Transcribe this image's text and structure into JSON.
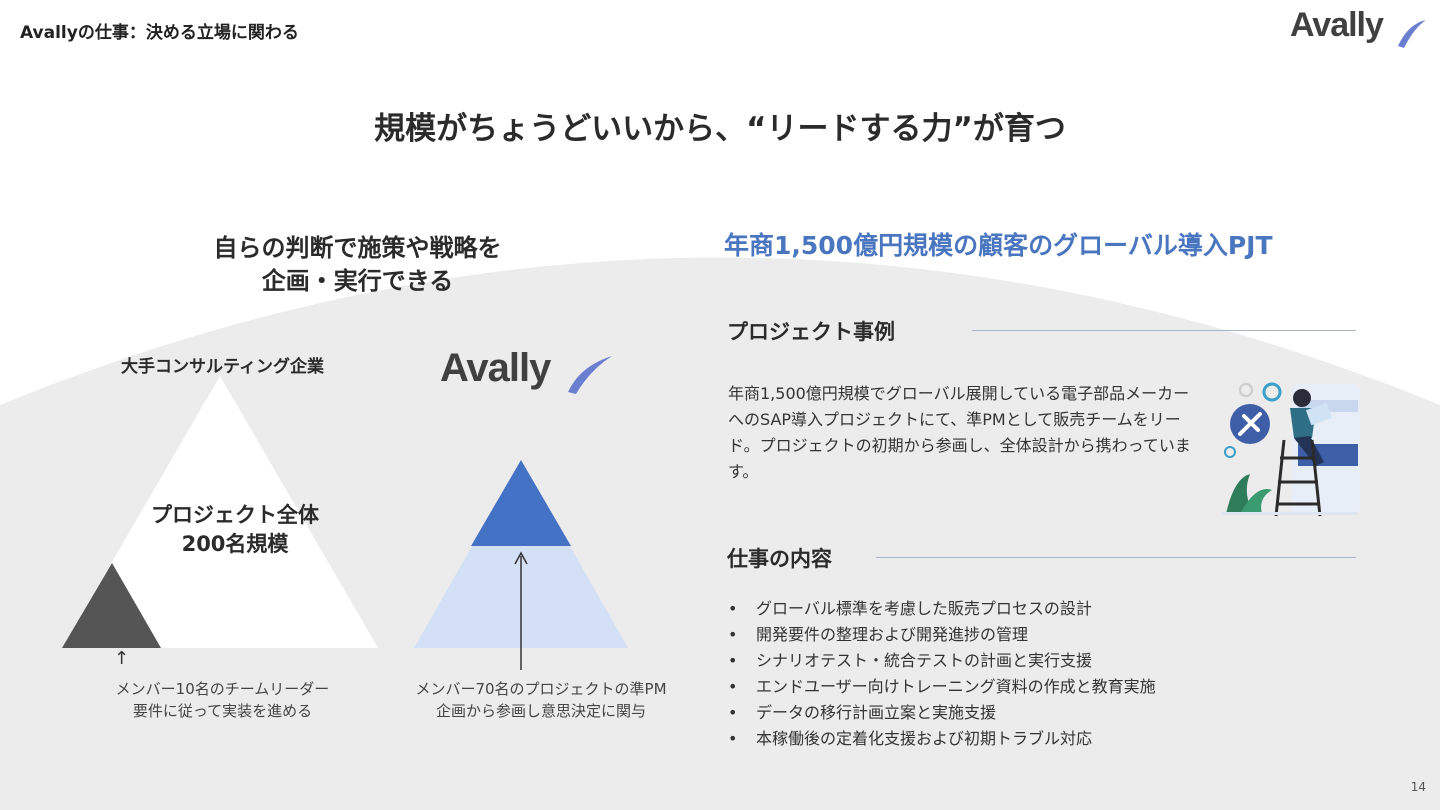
{
  "header": {
    "title": "Avallyの仕事：決める立場に関わる"
  },
  "brand": {
    "name": "Avally",
    "text_color": "#404040",
    "swoosh_color": "#6a7fd0"
  },
  "main_title": "規模がちょうどいいから、“リードする力”が育つ",
  "left": {
    "heading_line1": "自らの判断で施策や戦略を",
    "heading_line2": "企画・実行できる",
    "consulting_label": "大手コンサルティング企業",
    "project_line1": "プロジェクト全体",
    "project_line2": "200名規模",
    "arrow_glyph": "↑",
    "caption_left_line1": "メンバー10名のチームリーダー",
    "caption_left_line2": "要件に従って実装を進める",
    "caption_right_line1": "メンバー70名のプロジェクトの準PM",
    "caption_right_line2": "企画から参画し意思決定に関与"
  },
  "right": {
    "heading": "年商1,500億円規模の顧客のグローバル導入PJT",
    "case_title": "プロジェクト事例",
    "case_text": "年商1,500億円規模でグローバル展開している電子部品メーカーへのSAP導入プロジェクトにて、準PMとして販売チームをリード。プロジェクトの初期から参画し、全体設計から携わっています。",
    "work_title": "仕事の内容",
    "work_items": [
      "グローバル標準を考慮した販売プロセスの設計",
      "開発要件の整理および開発進捗の管理",
      "シナリオテスト・統合テストの計画と実行支援",
      "エンドユーザー向けトレーニング資料の作成と教育実施",
      "データの移行計画立案と実施支援",
      "本稼働後の定着化支援および初期トラブル対応"
    ]
  },
  "colors": {
    "accent_blue": "#4a76c0",
    "dark_triangle": "#555555",
    "avally_top": "#4472c4",
    "avally_bottom": "#d3e0f6",
    "background_arc": "#ececec"
  },
  "page_number": "14"
}
